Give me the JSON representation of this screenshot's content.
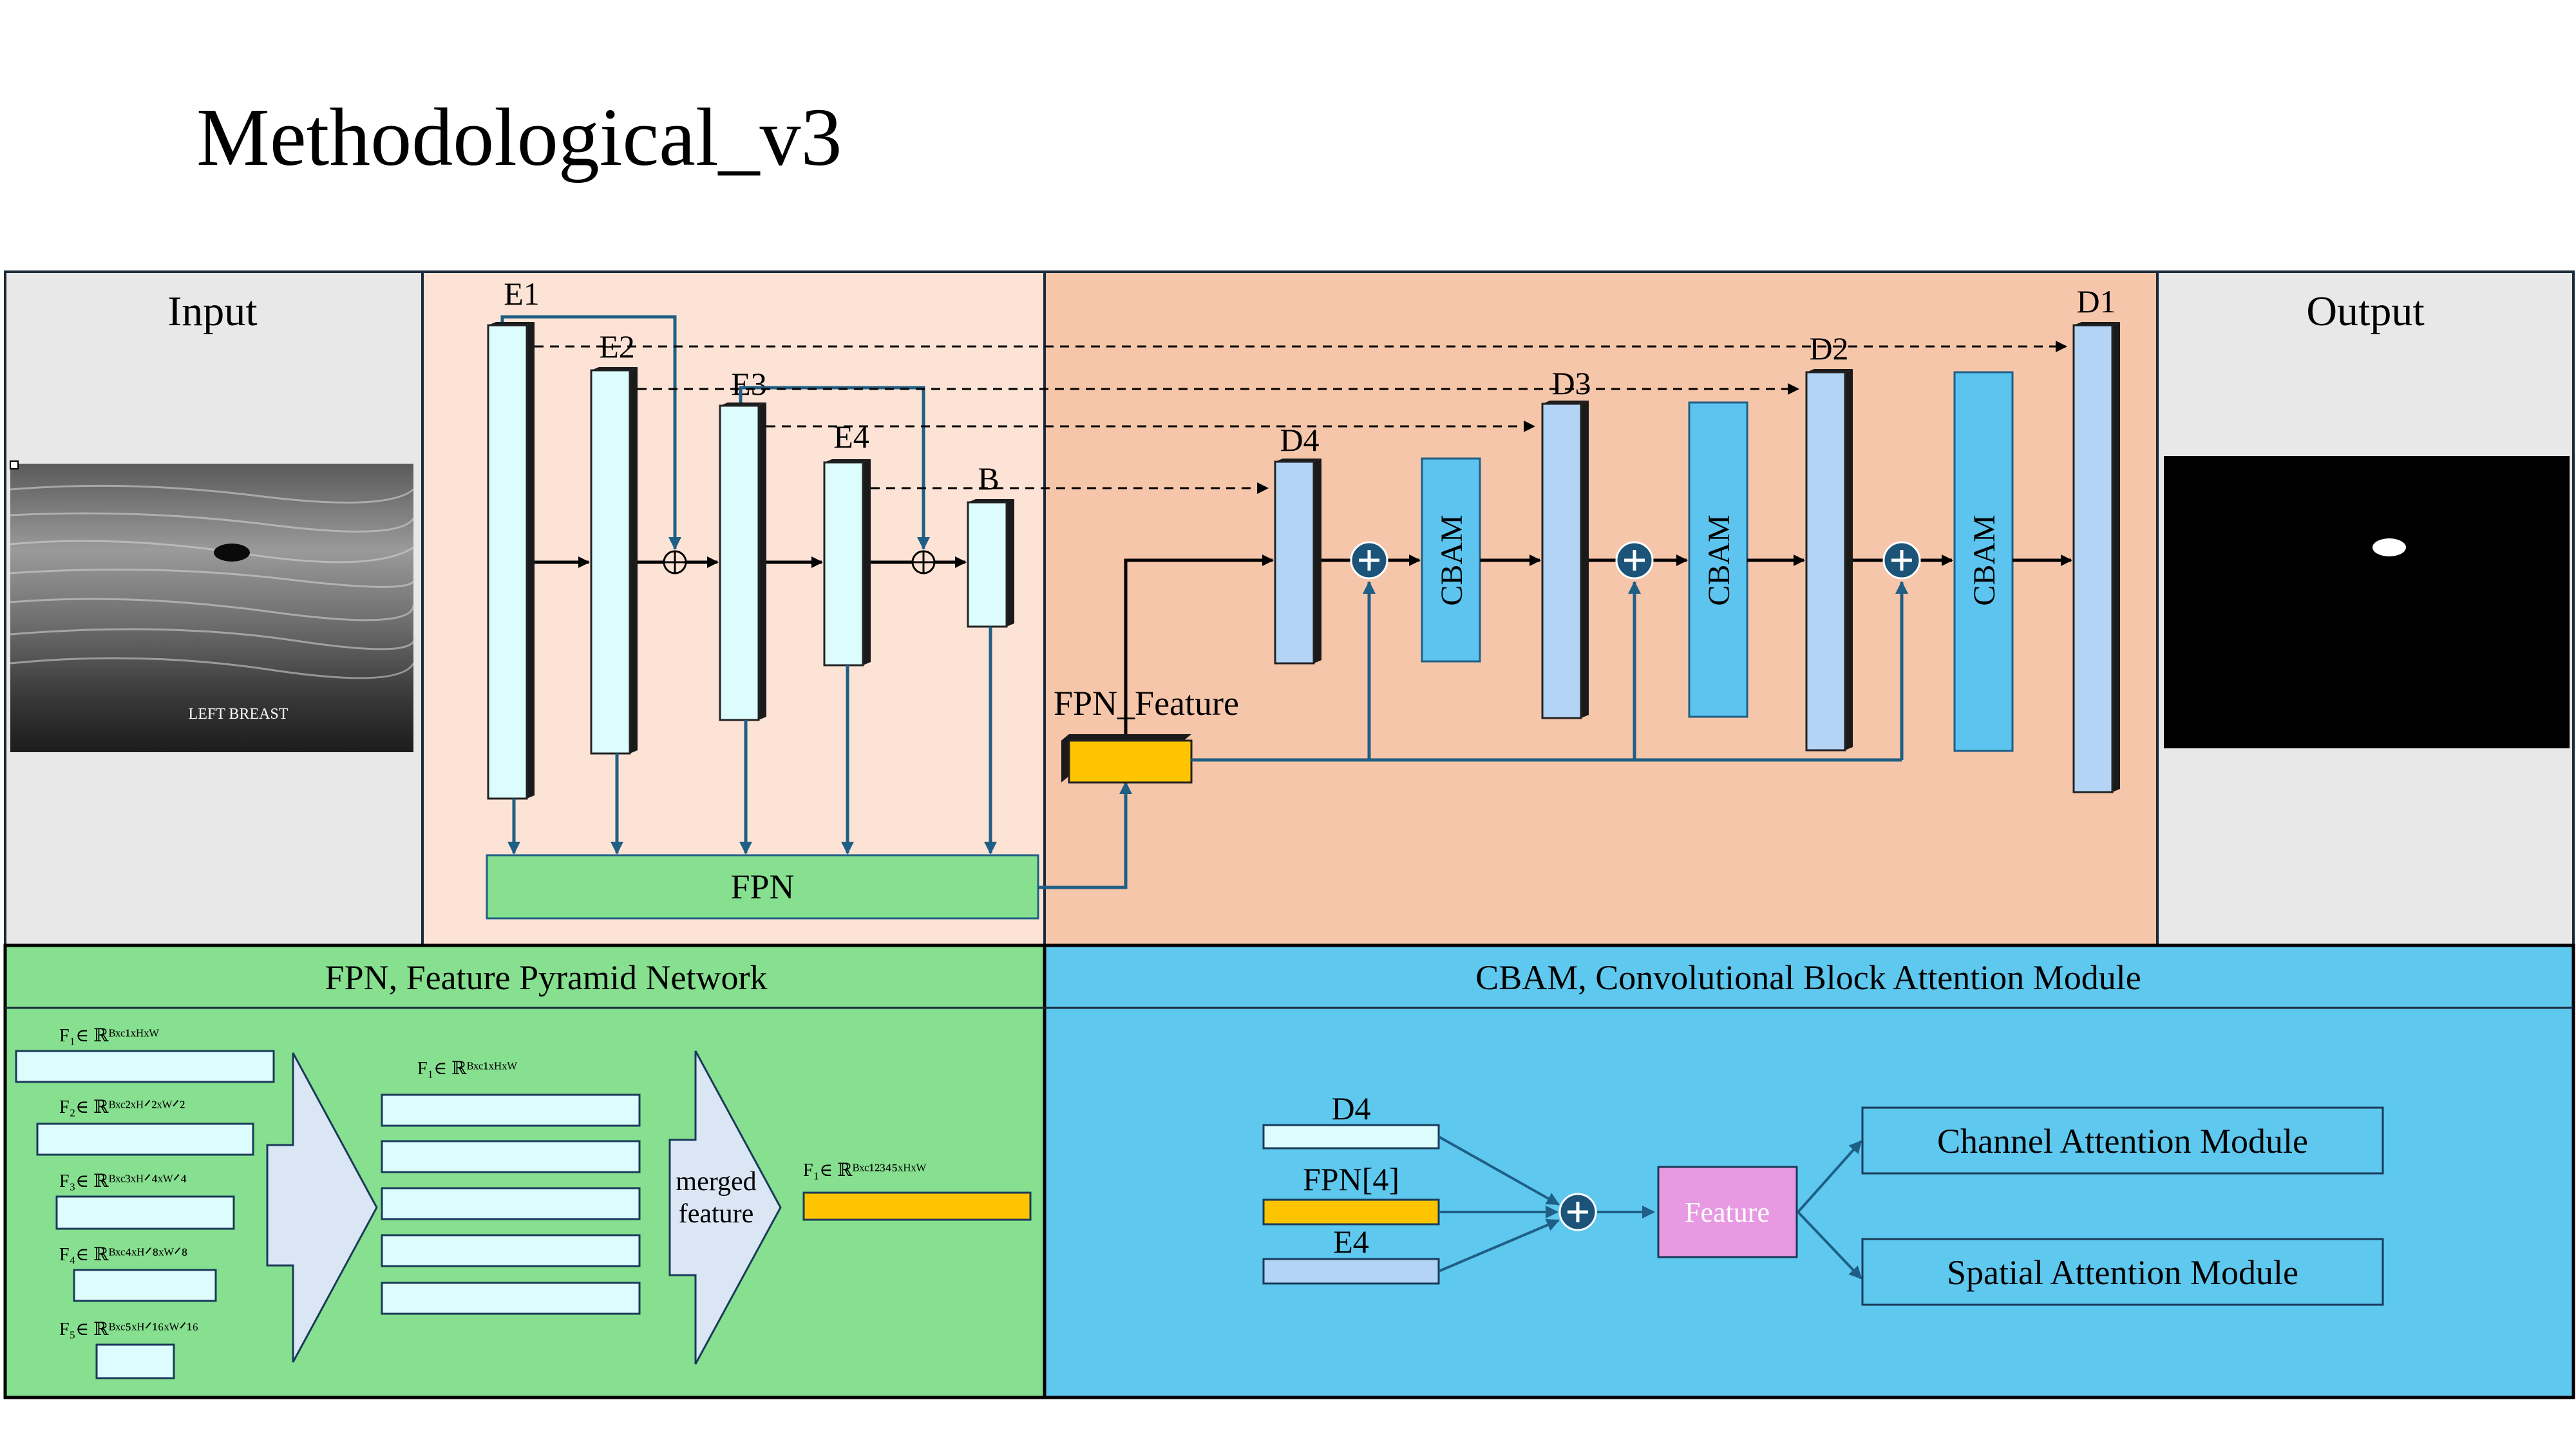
{
  "title": "Methodological_v3",
  "colors": {
    "input_panel": "#e8e8e8",
    "encoder_panel": "#fce3d6",
    "decoder_panel": "#f6c6aa",
    "fpn_panel": "#86e08f",
    "cbam_panel": "#5ec8ef",
    "encoder_block": "#dcfcfd",
    "decoder_block": "#b4d4f5",
    "cbam_block": "#5cc4ee",
    "fpn_feature": "#ffc400",
    "feature_box": "#e79ae1",
    "plus_circle": "#1b5478",
    "arrow": "#1f5f86"
  },
  "panels": {
    "input": {
      "label": "Input",
      "image_caption": "LEFT BREAST"
    },
    "output": {
      "label": "Output"
    }
  },
  "encoder": {
    "blocks": [
      "E1",
      "E2",
      "E3",
      "E4",
      "B"
    ],
    "fpn_label": "FPN"
  },
  "decoder": {
    "blocks": [
      "D4",
      "D3",
      "D2",
      "D1"
    ],
    "cbam_label": "CBAM",
    "fpn_feature_label": "FPN_Feature"
  },
  "fpn_section": {
    "title": "FPN, Feature Pyramid Network",
    "level_labels": [
      "F₁∈ ℝᴮˣᶜ¹ˣᴴˣᵂ",
      "F₂∈ ℝᴮˣᶜ²ˣᴴᐟ²ˣᵂᐟ²",
      "F₃∈ ℝᴮˣᶜ³ˣᴴᐟ⁴ˣᵂᐟ⁴",
      "F₄∈ ℝᴮˣᶜ⁴ˣᴴᐟ⁸ˣᵂᐟ⁸",
      "F₅∈ ℝᴮˣᶜ⁵ˣᴴᐟ¹⁶ˣᵂᐟ¹⁶"
    ],
    "middle_label": "F₁∈ ℝᴮˣᶜ¹ˣᴴˣᵂ",
    "merged_line1": "merged",
    "merged_line2": "feature",
    "output_label": "F₁∈ ℝᴮˣᶜ¹²³⁴⁵ˣᴴˣᵂ"
  },
  "cbam_section": {
    "title": "CBAM, Convolutional Block Attention Module",
    "inputs": [
      "D4",
      "FPN[4]",
      "E4"
    ],
    "feature_label": "Feature",
    "channel_label": "Channel Attention Module",
    "spatial_label": "Spatial Attention Module"
  }
}
